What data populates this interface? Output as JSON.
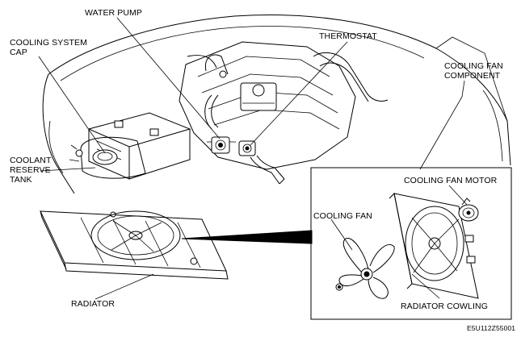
{
  "labels": {
    "water_pump": "WATER PUMP",
    "cooling_system_cap_1": "COOLING SYSTEM",
    "cooling_system_cap_2": "CAP",
    "thermostat": "THERMOSTAT",
    "cooling_fan_component_1": "COOLING FAN",
    "cooling_fan_component_2": "COMPONENT",
    "coolant_reserve_tank_1": "COOLANT",
    "coolant_reserve_tank_2": "RESERVE",
    "coolant_reserve_tank_3": "TANK",
    "cooling_fan_motor": "COOLING FAN MOTOR",
    "cooling_fan": "COOLING FAN",
    "radiator": "RADIATOR",
    "radiator_cowling": "RADIATOR COWLING",
    "figure_code": "E5U112Z55001"
  },
  "colors": {
    "ink": "#000000",
    "paper": "#ffffff"
  }
}
